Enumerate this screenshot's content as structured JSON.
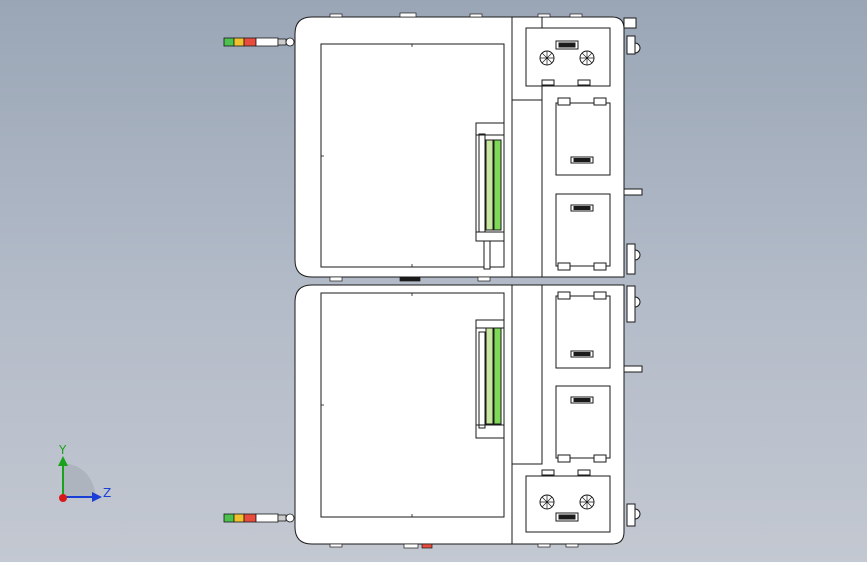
{
  "colors": {
    "background_top": "#9aa6b6",
    "background_bottom": "#c3c8d1",
    "line": "#1a1a1a",
    "fill": "#ffffff",
    "green_strip": "#7ed957",
    "light_green": "#c8e6a0",
    "light_red": "#e84c3d",
    "light_yellow": "#f2c12e",
    "light_green_signal": "#4cc24c",
    "axis_y": "#1aa31a",
    "axis_z": "#1a3fd6",
    "axis_x": "#d61a1a"
  },
  "triad": {
    "y_label": "Y",
    "z_label": "Z",
    "y_icon": "y-axis-arrow-icon",
    "z_icon": "z-axis-arrow-icon",
    "origin_icon": "axis-origin-icon"
  },
  "drawing": {
    "units": [
      {
        "name": "upper-unit",
        "fan_panel": "top"
      },
      {
        "name": "lower-unit",
        "fan_panel": "bottom"
      }
    ],
    "signal_tower_colors": [
      "#4cc24c",
      "#f2c12e",
      "#e84c3d",
      "#ffffff"
    ]
  }
}
